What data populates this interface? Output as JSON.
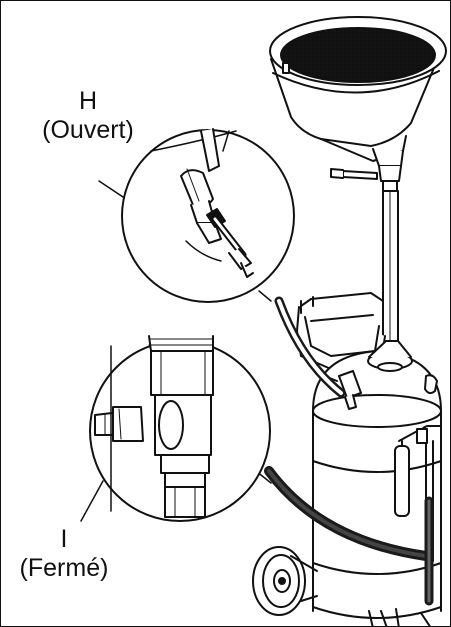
{
  "callouts": {
    "h": {
      "letter": "H",
      "state": "(Ouvert)"
    },
    "i": {
      "letter": "I",
      "state": "(Fermé)"
    }
  },
  "colors": {
    "line": "#111111",
    "fill": "#ffffff",
    "mesh": "#2b2b2b",
    "hose": "#1a1a1a"
  }
}
